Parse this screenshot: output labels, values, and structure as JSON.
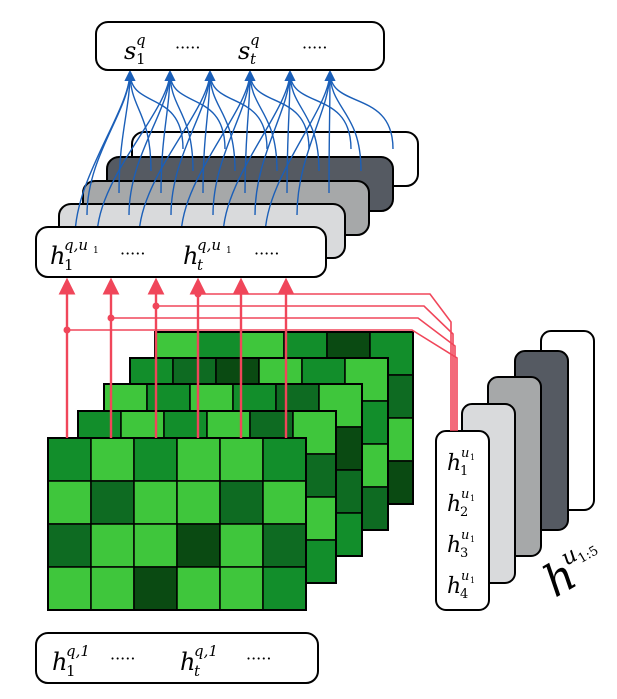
{
  "colors": {
    "green_palette": [
      "#3fc63c",
      "#128e2b",
      "#0e6b22",
      "#0a4a12"
    ],
    "grid_edge": "#000000",
    "red_arrow": "#f0465a",
    "blue_arrow": "#1b5fb8",
    "stack_fills": [
      "#ffffff",
      "#555a62",
      "#a6a8a9",
      "#d9dadc",
      "#ffffff"
    ]
  },
  "score_box": {
    "s1_base": "s",
    "s1_sub": "1",
    "s1_sup": "q",
    "sep1": "·····",
    "st_base": "s",
    "st_sub": "t",
    "st_sup": "q",
    "sep2": "·····"
  },
  "mid_box": {
    "h1_base": "h",
    "h1_sub": "1",
    "h1_sup": "q,u",
    "h1_supsub": "1",
    "sep1": "·····",
    "ht_base": "h",
    "ht_sub": "t",
    "ht_sup": "q,u",
    "ht_supsub": "1",
    "sep2": "·····"
  },
  "bottom_box": {
    "h1_base": "h",
    "h1_sub": "1",
    "h1_sup": "q,1",
    "sep1": "·····",
    "ht_base": "h",
    "ht_sub": "t",
    "ht_sup": "q,1",
    "sep2": "·····"
  },
  "utterance_card": {
    "items": [
      {
        "base": "h",
        "sub": "1",
        "sup": "u",
        "supsub": "1"
      },
      {
        "base": "h",
        "sub": "2",
        "sup": "u",
        "supsub": "1"
      },
      {
        "base": "h",
        "sub": "3",
        "sup": "u",
        "supsub": "1"
      },
      {
        "base": "h",
        "sub": "4",
        "sup": "u",
        "supsub": "1"
      }
    ]
  },
  "utterance_label": {
    "base": "h",
    "sup": "u",
    "supsub": "1:5"
  }
}
